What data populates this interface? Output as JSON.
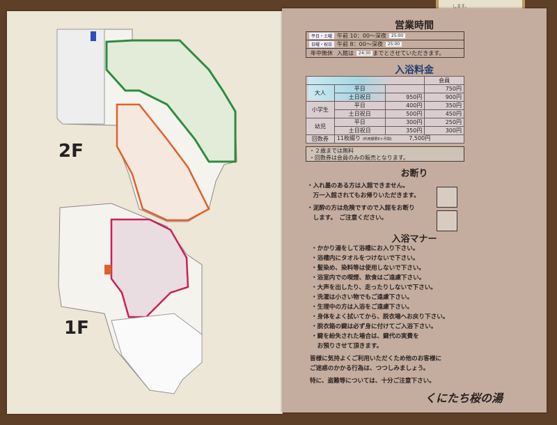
{
  "frame_text": "します。",
  "floors": {
    "upper": "2F",
    "lower": "1F"
  },
  "hours": {
    "title": "営業時間",
    "rows": [
      {
        "days": "平日・土曜",
        "time": "午前 10：00～深夜",
        "close": "25:00"
      },
      {
        "days": "日曜・祝日",
        "time": "午前 8：00～深夜",
        "close": "25:00"
      }
    ],
    "note_label": "年中無休",
    "note_pre": "入館は",
    "note_time": "24:30",
    "note_post": "までとさせていただきます。"
  },
  "fees": {
    "title": "入浴料金",
    "member_header": "会員",
    "rows": [
      {
        "group": "大人",
        "day": "平日",
        "price": "",
        "member": "750円"
      },
      {
        "group": "",
        "day": "土日祝日",
        "price": "950円",
        "member": "900円"
      },
      {
        "group": "小学生",
        "day": "平日",
        "price": "400円",
        "member": "350円"
      },
      {
        "group": "",
        "day": "土日祝日",
        "price": "500円",
        "member": "450円"
      },
      {
        "group": "幼児",
        "day": "平日",
        "price": "300円",
        "member": "250円"
      },
      {
        "group": "",
        "day": "土日祝日",
        "price": "350円",
        "member": "300円"
      }
    ],
    "ticket": {
      "label": "回数券",
      "desc": "11枚綴り",
      "limit": "(利用期限6ヶ月間)",
      "price": "7,500円"
    },
    "notes": [
      "・２歳までは無料",
      "・回数券は会員のみの販売となります。"
    ]
  },
  "refusal": {
    "title": "お断り",
    "items": [
      "・入れ墨のある方は入館できません。",
      "　万一入館されてもお帰りいただきます。",
      "・泥酔の方は危険ですので入館をお断り",
      "　します。　ご注意ください。"
    ]
  },
  "manners": {
    "title": "入浴マナー",
    "items": [
      "・かかり湯をして浴槽にお入り下さい。",
      "・浴槽内にタオルをつけないで下さい。",
      "・髪染め、染料等は使用しないで下さい。",
      "・浴室内での喫煙、飲食はご遠慮下さい。",
      "・大声を出したり、走ったりしないで下さい。",
      "・洗濯は小さい物でもご遠慮下さい。",
      "・生理中の方は入浴をご遠慮下さい。",
      "・身体をよく拭いてから、脱衣場へお戻り下さい。",
      "・脱衣箱の鍵は必ず身に付けてご入浴下さい。",
      "・鍵を紛失された場合は、鍵代の実費を",
      "　お預りさせて頂きます。"
    ],
    "closing": [
      "皆様に気持よくご利用いただくため他のお客様に",
      "ご迷惑のかかる行為は、つつしみましょう。",
      "特に、盗難等については、十分ご注意下さい。"
    ]
  },
  "logo": "くにたち桜の湯",
  "colors": {
    "board": "#c4ad9f",
    "map_panel": "#ece7d6",
    "men_zone": "#2e8b3e",
    "women_zone": "#e0602c",
    "zone_1f": "#c8205a"
  }
}
